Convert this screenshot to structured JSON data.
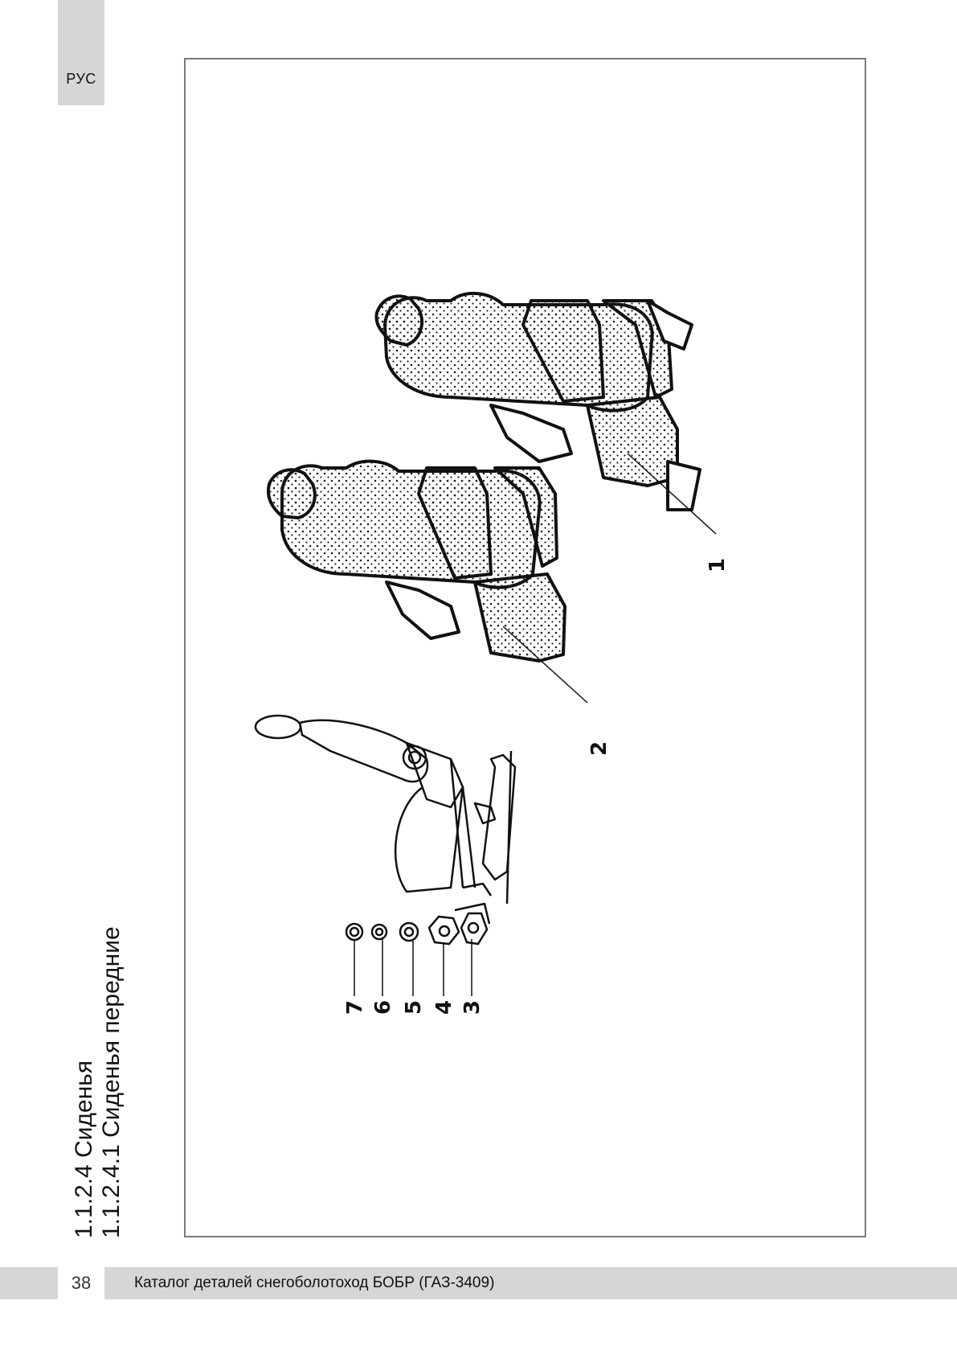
{
  "header": {
    "language_tab": "РУС"
  },
  "section": {
    "title_main": "1.1.2.4 Сиденья",
    "title_sub": "1.1.2.4.1 Сиденья передние"
  },
  "figure": {
    "callouts": [
      "1",
      "2",
      "3",
      "4",
      "5",
      "6",
      "7"
    ],
    "line_color": "#111111",
    "frame_color": "#7a7a7a"
  },
  "footer": {
    "page_number": "38",
    "catalog_title": "Каталог деталей снегоболотоход БОБР (ГАЗ-3409)"
  }
}
